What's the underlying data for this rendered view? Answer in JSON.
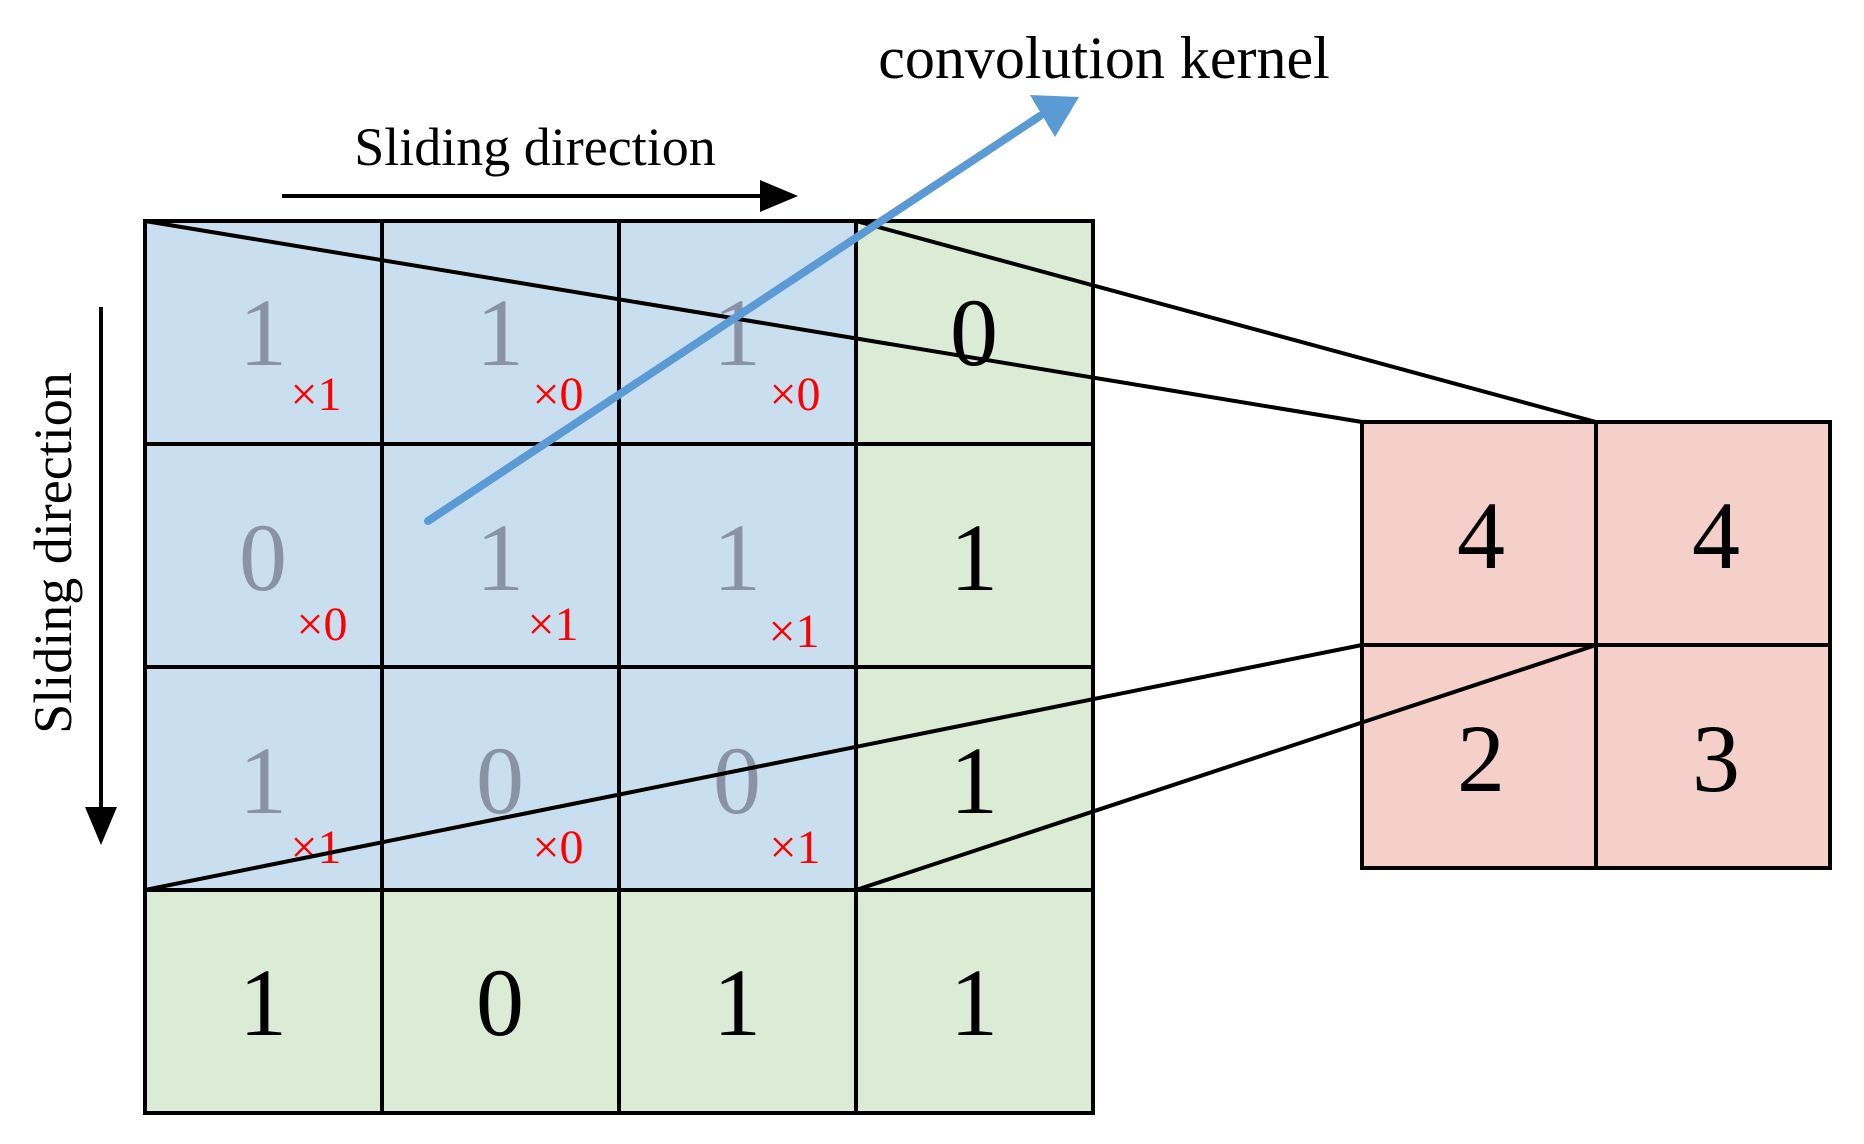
{
  "labels": {
    "kernel": "convolution kernel",
    "horizontal_direction": "Sliding direction",
    "vertical_direction": "Sliding direction"
  },
  "input_grid": [
    [
      "1",
      "1",
      "1",
      "0"
    ],
    [
      "0",
      "1",
      "1",
      "1"
    ],
    [
      "1",
      "0",
      "0",
      "1"
    ],
    [
      "1",
      "0",
      "1",
      "1"
    ]
  ],
  "kernel_weights": [
    [
      "×1",
      "×0",
      "×0"
    ],
    [
      "×0",
      "×1",
      "×1"
    ],
    [
      "×1",
      "×0",
      "×1"
    ]
  ],
  "output_grid": [
    [
      "4",
      "4"
    ],
    [
      "2",
      "3"
    ]
  ],
  "colors": {
    "input_cell": "#dcebd5",
    "kernel_overlay": "#c9dff0",
    "output_cell": "#f5cfc9",
    "weight_text": "#ff0000",
    "dimmed_text": "#8a93a6",
    "text": "#000000",
    "kernel_arrow": "#5b9bd5",
    "grid_line": "#000000"
  }
}
